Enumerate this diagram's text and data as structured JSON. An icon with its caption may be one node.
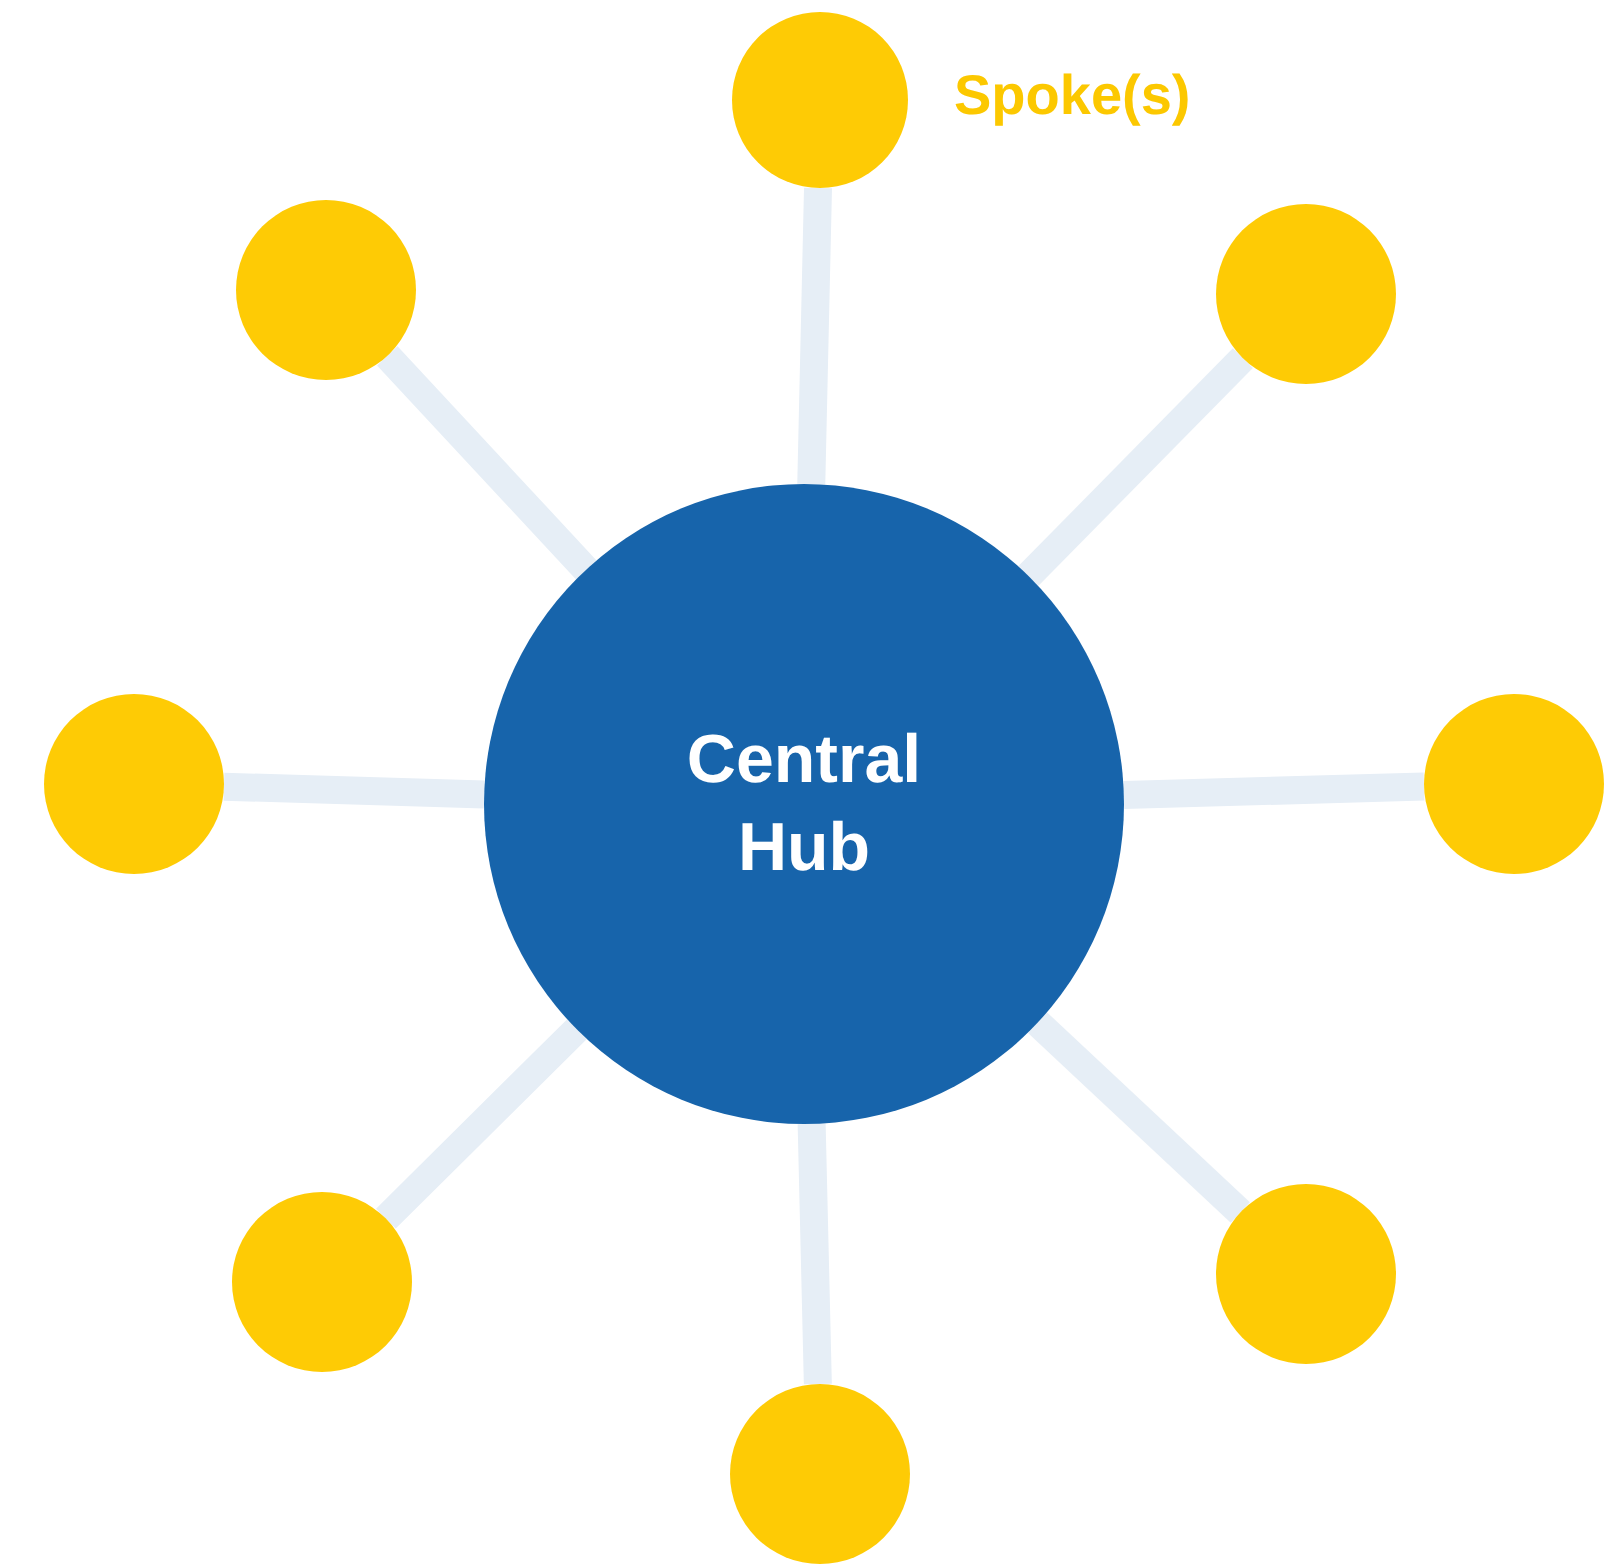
{
  "diagram": {
    "nodes": [
      {
        "text": [
          "Central Hub"
        ]
      },
      {
        "text": [],
        "shape": "circle"
      },
      {
        "text": [],
        "shape": "circle"
      },
      {
        "text": [],
        "shape": "circle"
      },
      {
        "text": [],
        "shape": "circle"
      },
      {
        "text": [],
        "shape": "circle"
      },
      {
        "text": [],
        "shape": "circle"
      },
      {
        "text": [],
        "shape": "circle"
      },
      {
        "text": [],
        "shape": "circle"
      }
    ],
    "edges": [
      {
        "from": 0,
        "to": 1,
        "arrow": "none"
      },
      {
        "from": 0,
        "to": 2,
        "arrow": "none"
      },
      {
        "from": 0,
        "to": 3,
        "arrow": "none"
      },
      {
        "from": 0,
        "to": 4,
        "arrow": "none"
      },
      {
        "from": 0,
        "to": 5,
        "arrow": "none"
      },
      {
        "from": 0,
        "to": 6,
        "arrow": "none"
      },
      {
        "from": 0,
        "to": 7,
        "arrow": "none"
      },
      {
        "from": 0,
        "to": 8,
        "arrow": "none"
      }
    ],
    "labels": [
      "Spoke(s)"
    ]
  }
}
